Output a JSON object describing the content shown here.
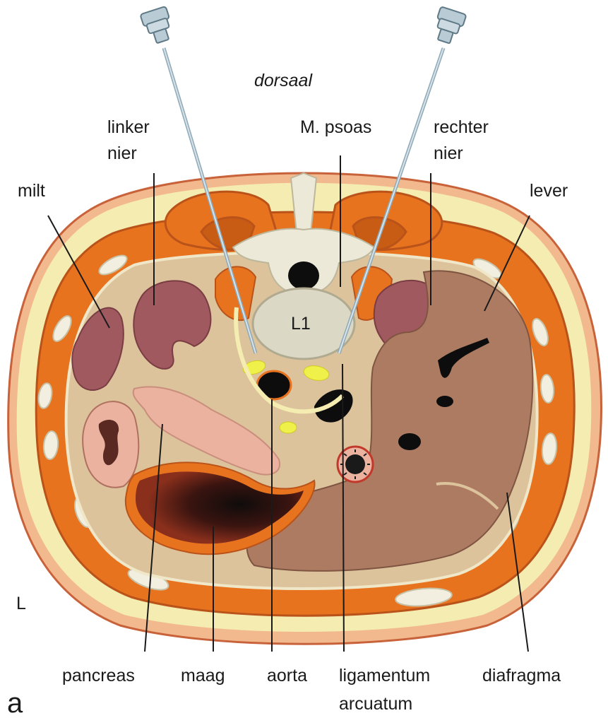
{
  "labels": {
    "orientation": "dorsaal",
    "left_kidney_line1": "linker",
    "left_kidney_line2": "nier",
    "psoas": "M. psoas",
    "right_kidney_line1": "rechter",
    "right_kidney_line2": "nier",
    "spleen": "milt",
    "liver": "lever",
    "vertebra": "L1",
    "side_marker": "L",
    "pancreas": "pancreas",
    "stomach": "maag",
    "aorta": "aorta",
    "ligament_line1": "ligamentum",
    "ligament_line2": "arcuatum",
    "diaphragm": "diafragma",
    "panel_letter": "a"
  },
  "colors": {
    "skin": "#f3b98e",
    "fat": "#f4ecb0",
    "muscle": "#e8731f",
    "muscle_dark": "#c85c14",
    "cavity": "#dcc39c",
    "liver": "#ad7b62",
    "kidney": "#a0595f",
    "pancreas": "#ebb2a0",
    "stomach_wall": "#e8731f",
    "bone": "#dcd8c6",
    "lymph": "#f0f04a",
    "vessel": "#0d0d0d"
  }
}
